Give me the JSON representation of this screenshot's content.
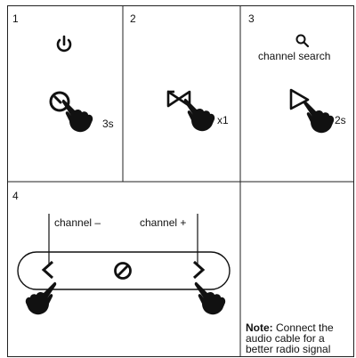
{
  "panels": [
    {
      "number": "1",
      "duration": "3s"
    },
    {
      "number": "2",
      "count": "x1"
    },
    {
      "number": "3",
      "label": "channel search",
      "duration": "2s"
    },
    {
      "number": "4",
      "label_minus": "channel –",
      "label_plus": "channel +"
    }
  ],
  "note": {
    "bold": "Note:",
    "line1": " Connect the",
    "line2": "audio cable for a",
    "line3": "better radio signal"
  },
  "icons": [
    "power-icon",
    "power-button-icon",
    "pointing-hand-icon",
    "bowtie-icon",
    "search-icon",
    "play-icon",
    "chevron-left-icon",
    "chevron-right-icon",
    "no-symbol-icon"
  ]
}
